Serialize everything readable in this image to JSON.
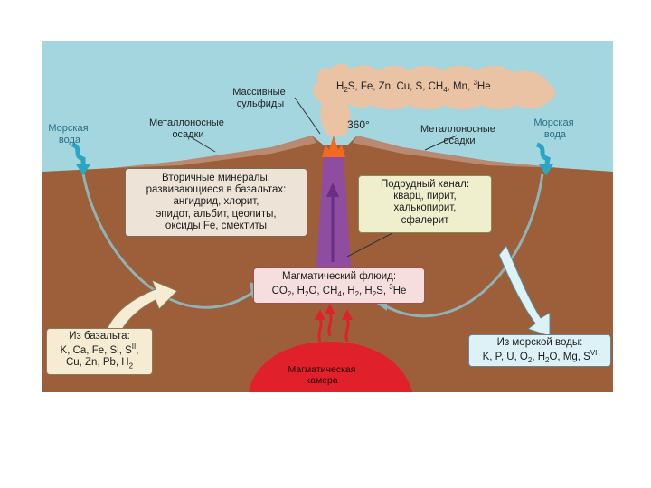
{
  "colors": {
    "sea": "#a3d6df",
    "ground": "#9c5f3a",
    "sediment": "#b98a72",
    "smoke": "#e9c3a3",
    "conduit": "#8e4da1",
    "chamber": "#e0202b",
    "flame": "#f36a1f",
    "seawater_arrow": "#2aa6c2",
    "flow_arrow": "#8fb3b7"
  },
  "labels": {
    "sea_water_left": [
      "Морская",
      "вода"
    ],
    "sea_water_right": [
      "Морская",
      "вода"
    ],
    "metal_sediments_left": [
      "Металлоносные",
      "осадки"
    ],
    "metal_sediments_right": [
      "Металлоносные",
      "осадки"
    ],
    "massive_sulfides": [
      "Массивные",
      "сульфиды"
    ],
    "temperature": "360°"
  },
  "smoke_elements": [
    {
      "t": "H"
    },
    {
      "t": "2",
      "sub": true
    },
    {
      "t": "S, Fe, Zn, Cu, S, CH"
    },
    {
      "t": "4",
      "sub": true
    },
    {
      "t": ", Mn, "
    },
    {
      "t": "3",
      "sup": true
    },
    {
      "t": "He"
    }
  ],
  "secondary_minerals": [
    "Вторичные минералы,",
    "развивающиеся в базальтах:",
    "ангидрид, хлорит,",
    "эпидот, альбит, цеолиты,",
    "оксиды Fe, смектиты"
  ],
  "ore_channel": [
    "Подрудный канал:",
    "кварц, пирит,",
    "халькопирит,",
    "сфалерит"
  ],
  "magmatic_fluid": {
    "title": "Магматический флюид:",
    "formula": [
      {
        "t": "CO"
      },
      {
        "t": "2",
        "sub": true
      },
      {
        "t": ", H"
      },
      {
        "t": "2",
        "sub": true
      },
      {
        "t": "O, CH"
      },
      {
        "t": "4",
        "sub": true
      },
      {
        "t": ", H"
      },
      {
        "t": "2",
        "sub": true
      },
      {
        "t": ", H"
      },
      {
        "t": "2",
        "sub": true
      },
      {
        "t": "S, "
      },
      {
        "t": "3",
        "sup": true
      },
      {
        "t": "He"
      }
    ]
  },
  "from_basalt": {
    "title": "Из базальта:",
    "line1": [
      {
        "t": "K, Ca, Fe, Si, S"
      },
      {
        "t": "II",
        "sup": true
      },
      {
        "t": ","
      }
    ],
    "line2": [
      {
        "t": "Cu, Zn, Pb, H"
      },
      {
        "t": "2",
        "sub": true
      }
    ]
  },
  "from_seawater": {
    "title": "Из морской воды:",
    "line1": [
      {
        "t": "K, P, U, O"
      },
      {
        "t": "2",
        "sub": true
      },
      {
        "t": ", H"
      },
      {
        "t": "2",
        "sub": true
      },
      {
        "t": "O, Mg, S"
      },
      {
        "t": "VI",
        "sup": true
      }
    ]
  },
  "magma_chamber": [
    "Магматическая",
    "камера"
  ]
}
